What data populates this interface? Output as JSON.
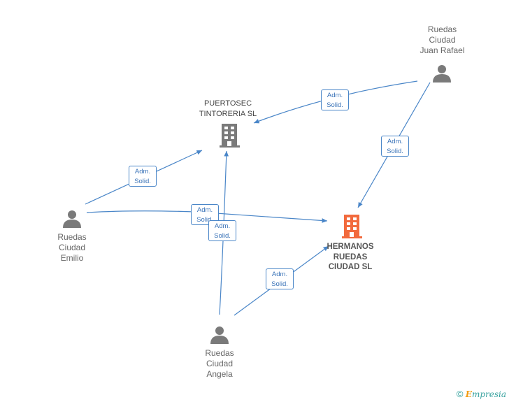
{
  "nodes": {
    "juan_rafael": {
      "label": "Ruedas\nCiudad\nJuan Rafael",
      "kind": "person"
    },
    "puertosec": {
      "label": "PUERTOSEC\nTINTORERIA SL",
      "kind": "company"
    },
    "emilio": {
      "label": "Ruedas\nCiudad\nEmilio",
      "kind": "person"
    },
    "hermanos": {
      "label": "HERMANOS\nRUEDAS\nCIUDAD SL",
      "kind": "company-focus"
    },
    "angela": {
      "label": "Ruedas\nCiudad\nAngela",
      "kind": "person"
    }
  },
  "edges": [
    {
      "from": "juan_rafael",
      "to": "puertosec",
      "line1": "Adm.",
      "line2": "Solid."
    },
    {
      "from": "juan_rafael",
      "to": "hermanos",
      "line1": "Adm.",
      "line2": "Solid."
    },
    {
      "from": "emilio",
      "to": "puertosec",
      "line1": "Adm.",
      "line2": "Solid."
    },
    {
      "from": "emilio",
      "to": "hermanos",
      "line1": "Adm.",
      "line2": "Solid."
    },
    {
      "from": "angela",
      "to": "puertosec",
      "line1": "Adm.",
      "line2": "Solid."
    },
    {
      "from": "angela",
      "to": "hermanos",
      "line1": "Adm.",
      "line2": "Solid."
    }
  ],
  "colors": {
    "edge": "#4a86c8",
    "person_icon": "#7a7a7a",
    "company_icon": "#7a7a7a",
    "focus_icon": "#f26a3d"
  },
  "footer": {
    "copyright": "©",
    "brand_initial": "E",
    "brand_rest": "mpresia"
  }
}
